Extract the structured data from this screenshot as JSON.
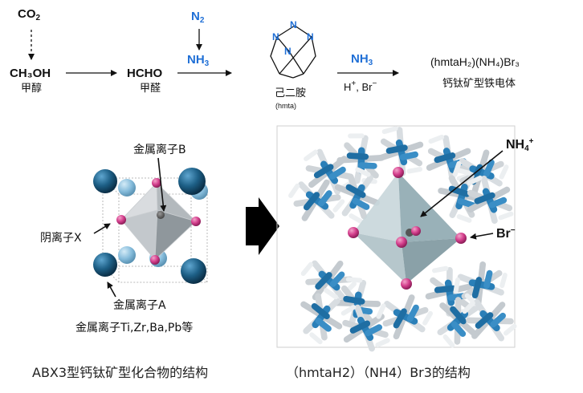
{
  "scheme": {
    "co2": {
      "main": "CO",
      "sub": "2"
    },
    "methanol": {
      "formula": "CH₃OH",
      "name": "甲醇"
    },
    "formaldehyde": {
      "formula": "HCHO",
      "name": "甲醛"
    },
    "n2": {
      "main": "N",
      "sub": "2"
    },
    "nh3_1": {
      "main": "NH",
      "sub": "3"
    },
    "hmta": {
      "name": "己二胺",
      "abbr": "(hmta)",
      "atom": "N"
    },
    "nh3_2": {
      "main": "NH",
      "sub": "3"
    },
    "conditions": {
      "h": "H",
      "plus": "+",
      "sep": ", Br",
      "minus": "−"
    },
    "product": {
      "formula": "(hmtaH₂)(NH₄)Br₃",
      "name": "钙钛矿型铁电体"
    }
  },
  "left_structure": {
    "label_b": "金属离子B",
    "label_x": "阴离子X",
    "label_a": "金属离子A",
    "label_a_examples": "金属离子Ti,Zr,Ba,Pb等",
    "caption": "ABX3型钙钛矿型化合物的结构"
  },
  "right_structure": {
    "label_nh4": {
      "main": "NH",
      "sub": "4",
      "sup": "+"
    },
    "label_br": {
      "main": "Br",
      "sup": "−"
    },
    "caption": "（hmtaH2）（NH4）Br3的结构"
  },
  "colors": {
    "reagent_blue": "#1f6fd6",
    "metal_a": "#1d5f86",
    "metal_a_light": "#7fb6d6",
    "anion_x": "#d43f8d",
    "octahedron": "#9aa3a8",
    "nitrogen": "#2a7fb8"
  }
}
